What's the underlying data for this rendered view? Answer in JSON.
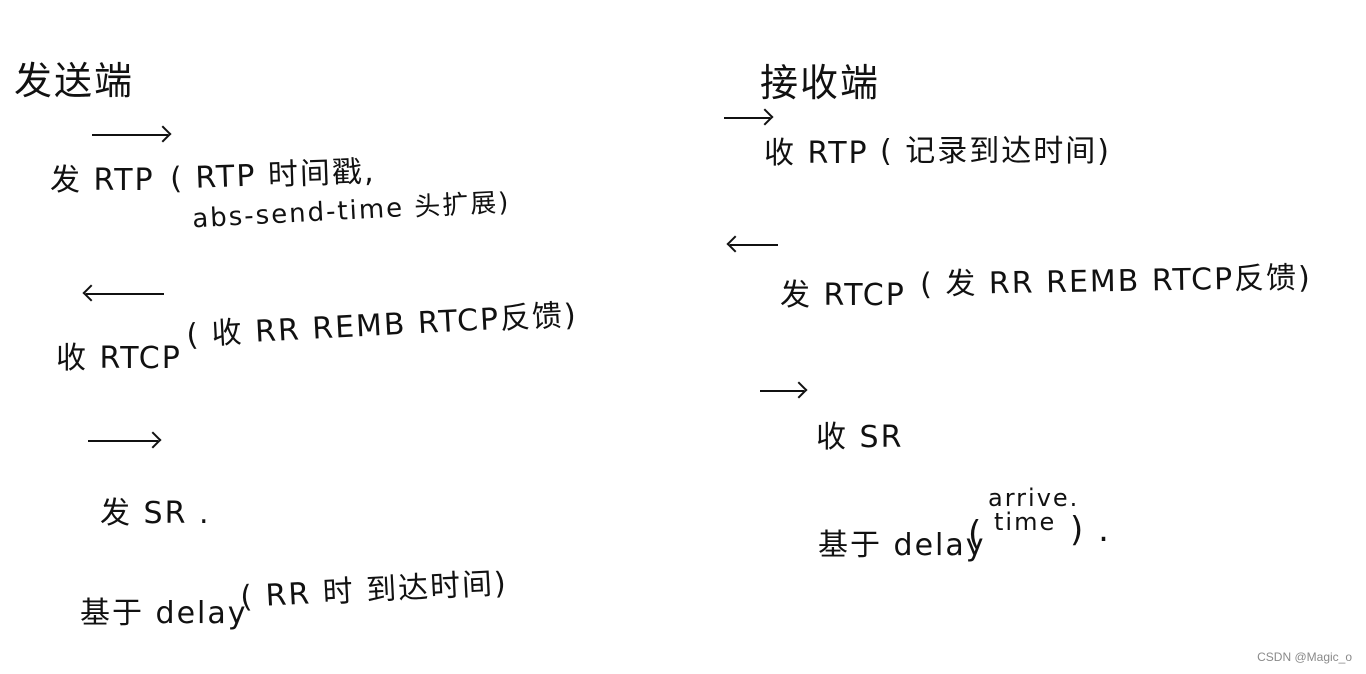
{
  "sender": {
    "title": "发送端",
    "steps": [
      {
        "arrow": "right",
        "label": "发 RTP",
        "detail_line1": "( RTP 时间戳,",
        "detail_line2": "abs-send-time 头扩展)"
      },
      {
        "arrow": "left",
        "label": "收 RTCP",
        "detail_line1": "( 收 RR   REMB   RTCP反馈)"
      },
      {
        "arrow": "right",
        "label": "发 SR ."
      },
      {
        "label": "基于 delay",
        "detail_line1": "( RR 时 到达时间)"
      }
    ]
  },
  "receiver": {
    "title": "接收端",
    "steps": [
      {
        "arrow": "right",
        "label": "收 RTP",
        "detail_line1": "( 记录到达时间)"
      },
      {
        "arrow": "left",
        "label": "发 RTCP",
        "detail_line1": "( 发 RR   REMB   RTCP反馈)"
      },
      {
        "arrow": "right",
        "label": "收 SR"
      },
      {
        "label": "基于 delay",
        "paren_open": "(",
        "stack_top": "arrive.",
        "stack_bottom": "time",
        "paren_close": ") ."
      }
    ]
  },
  "watermark": "CSDN @Magic_o"
}
